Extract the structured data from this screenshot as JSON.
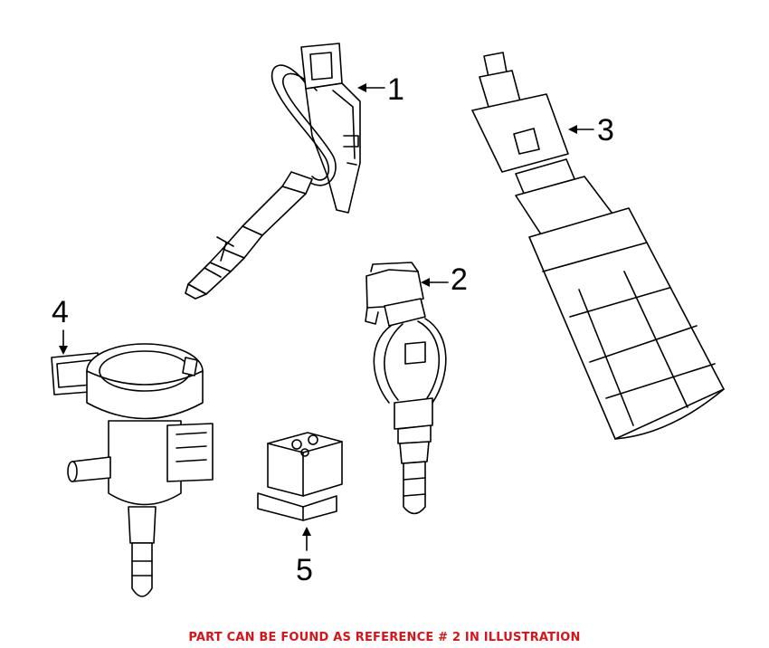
{
  "callouts": {
    "part1": "1",
    "part2": "2",
    "part3": "3",
    "part4": "4",
    "part5": "5"
  },
  "footer_note": "PART CAN BE FOUND AS REFERENCE # 2 IN ILLUSTRATION",
  "colors": {
    "note": "#d7141a",
    "line": "#000000",
    "background": "#ffffff"
  }
}
